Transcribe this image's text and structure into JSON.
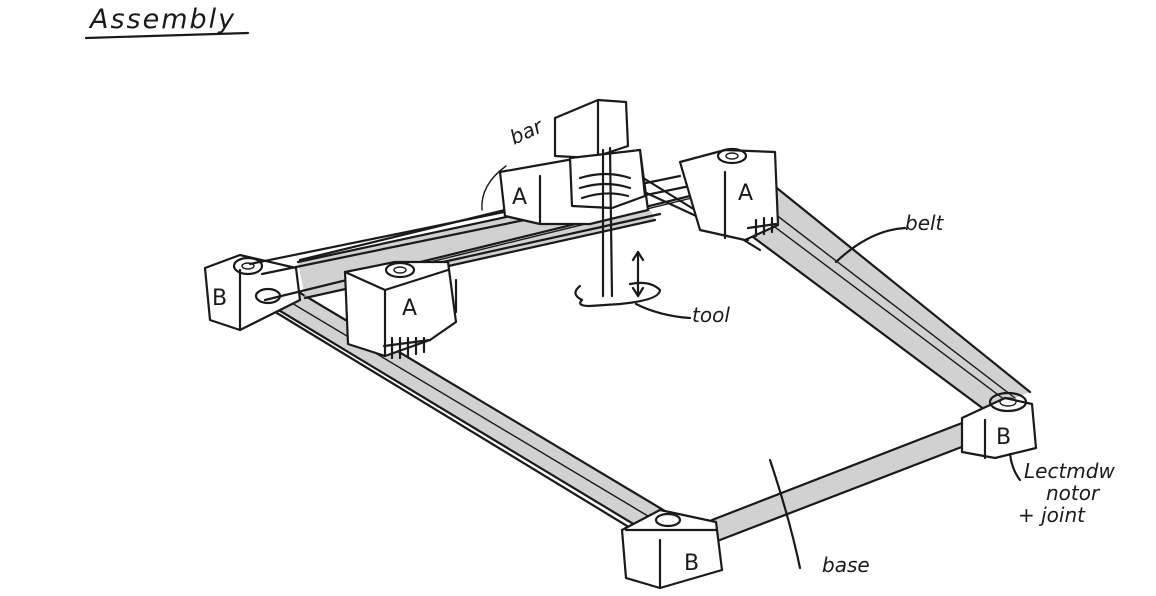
{
  "title": "Assembly",
  "blocks": {
    "a": "A",
    "b": "B"
  },
  "labels": {
    "bar": "bar",
    "belt": "belt",
    "tool": "tool",
    "base": "base",
    "stepper_line1": "Lectmdw",
    "stepper_line2": "notor",
    "stepper_line3": "+ joint"
  },
  "colors": {
    "ink": "#1a1a1a",
    "shading": "#c9c9c9",
    "paper": "#ffffff"
  }
}
